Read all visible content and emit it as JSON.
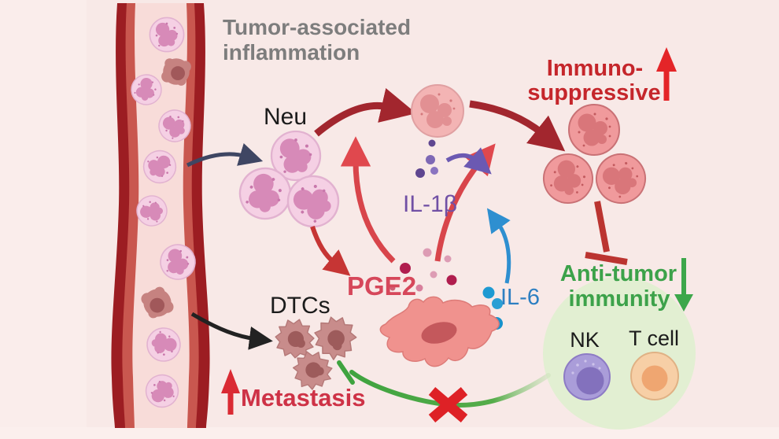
{
  "title": {
    "line1": "Tumor-associated",
    "line2": "inflammation"
  },
  "labels": {
    "neu": "Neu",
    "il1b": "IL-1β",
    "il6": "IL-6",
    "pge2": "PGE2",
    "immuno_line1": "Immuno-",
    "immuno_line2": "suppressive",
    "antitumor_line1": "Anti-tumor",
    "antitumor_line2": "immunity",
    "nk": "NK",
    "tcell": "T cell",
    "dtcs": "DTCs",
    "metastasis": "Metastasis"
  },
  "colors": {
    "background": "#f8e9e7",
    "title_gray": "#7d7d7d",
    "vessel_wall_dark": "#9c1d22",
    "vessel_wall_light": "#c9574f",
    "vessel_lumen": "#f8dcd9",
    "neutrophil_body": "#f5d0e4",
    "neutrophil_nucleus": "#d78ab8",
    "tumor_cell_body": "#c68280",
    "immunosuppressive_cell": "#f09a9c",
    "activated_cell": "#f3b4b4",
    "fibroblast": "#f0928e",
    "maroon_arrow": "#a2262e",
    "red_arrow": "#d8454b",
    "navy_arrow": "#3f4663",
    "black_arrow": "#222222",
    "purple_accent": "#6b59b2",
    "blue_accent": "#2e8fd0",
    "green_accent": "#3fa34a",
    "red_text": "#c5262b",
    "metastasis_red": "#ce3246",
    "nk_cell": "#aa9dd9",
    "t_cell": "#f7cfa6",
    "immune_zone": "#e2efd2",
    "red_x": "#de2126"
  }
}
